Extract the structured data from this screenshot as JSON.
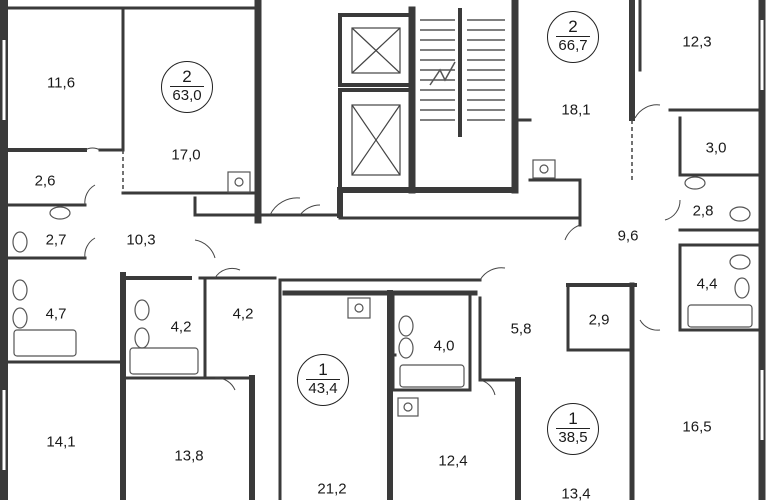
{
  "apartments": [
    {
      "id": "apt-a",
      "rooms": "2",
      "area": "63,0"
    },
    {
      "id": "apt-b",
      "rooms": "2",
      "area": "66,7"
    },
    {
      "id": "apt-c",
      "rooms": "1",
      "area": "43,4"
    },
    {
      "id": "apt-d",
      "rooms": "1",
      "area": "38,5"
    }
  ],
  "rooms": [
    "11,6",
    "17,0",
    "2,6",
    "2,7",
    "10,3",
    "4,7",
    "14,1",
    "4,2",
    "4,2",
    "13,8",
    "21,2",
    "4,0",
    "12,4",
    "5,8",
    "2,9",
    "13,4",
    "16,5",
    "4,4",
    "2,8",
    "3,0",
    "9,6",
    "18,1",
    "12,3"
  ],
  "colors": {
    "wall": "#3a3a3a",
    "thin": "#555555",
    "window": "#888888",
    "fixture": "#777777"
  }
}
